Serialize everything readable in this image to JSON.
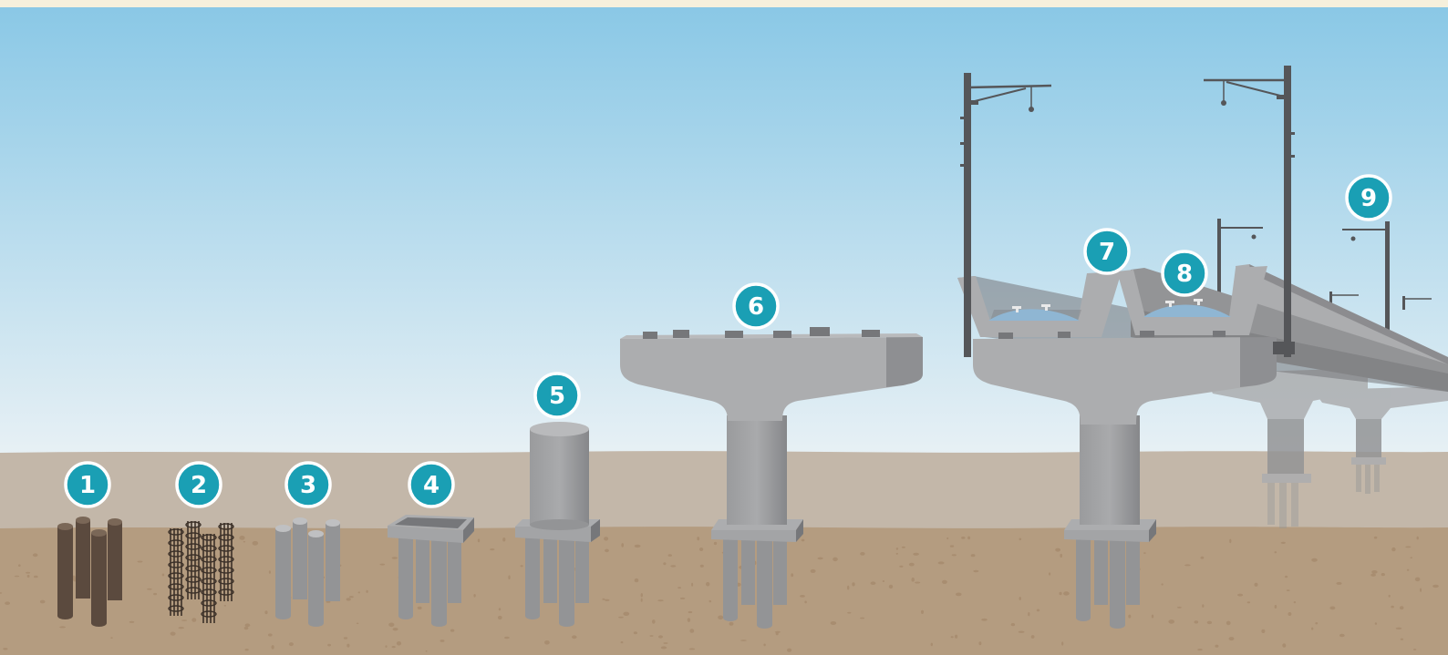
{
  "colors": {
    "top_band": "#f6f0dc",
    "sky_top": "#8ac8e6",
    "sky_bottom": "#e9f1f5",
    "midground": "#c3b7a9",
    "ground": "#b49c80",
    "ground_speckle": "#a88d70",
    "timber_pile": "#5b4a3e",
    "rebar_cage": "#3c3129",
    "concrete_light": "#acadaf",
    "concrete_mid": "#939496",
    "concrete_dark": "#76777a",
    "ballast": "#8fb6d3",
    "rail": "#e9e9e9",
    "mast": "#555659",
    "marker_fill": "#1a9fb4",
    "marker_stroke": "#ffffff"
  },
  "markers": [
    {
      "id": "1",
      "label": "1",
      "icon": "timber-piles"
    },
    {
      "id": "2",
      "label": "2",
      "icon": "rebar-cages"
    },
    {
      "id": "3",
      "label": "3",
      "icon": "concrete-piles"
    },
    {
      "id": "4",
      "label": "4",
      "icon": "pile-cap"
    },
    {
      "id": "5",
      "label": "5",
      "icon": "pier-column"
    },
    {
      "id": "6",
      "label": "6",
      "icon": "pier-head"
    },
    {
      "id": "7",
      "label": "7",
      "icon": "box-girder"
    },
    {
      "id": "8",
      "label": "8",
      "icon": "track-ballast"
    },
    {
      "id": "9",
      "label": "9",
      "icon": "catenary-mast"
    }
  ]
}
